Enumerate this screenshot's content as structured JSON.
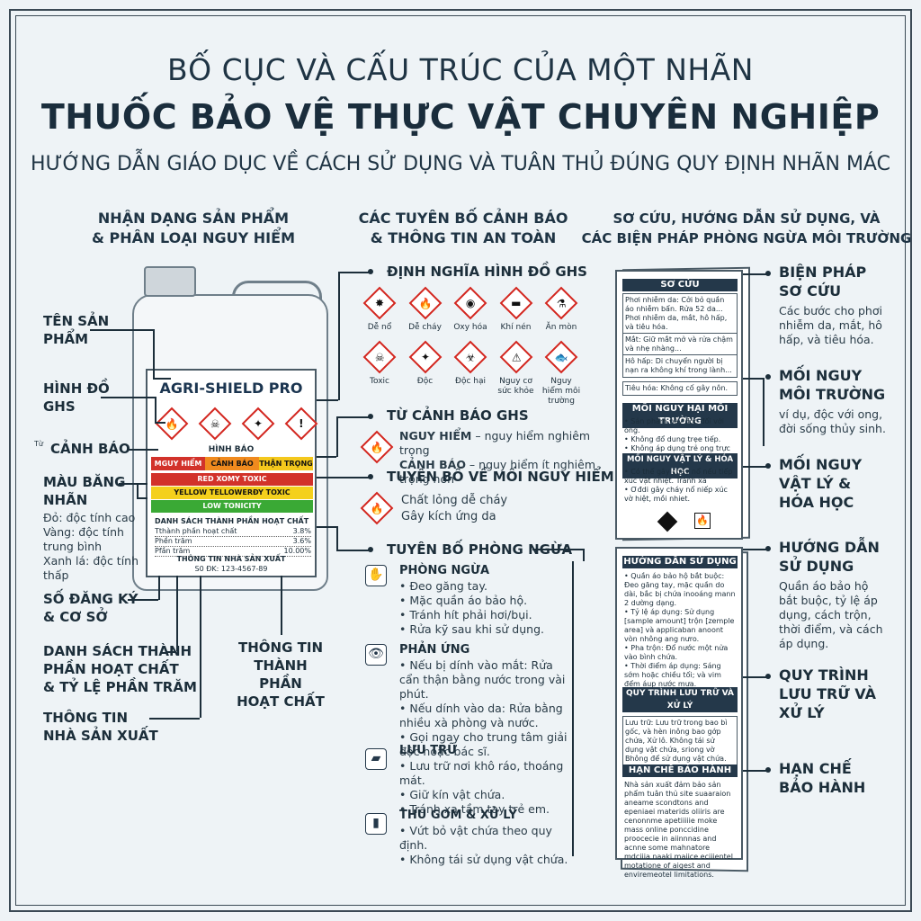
{
  "title": {
    "line1": "BỐ CỤC VÀ CẤU TRÚC CỦA MỘT NHÃN",
    "line2": "THUỐC BẢO VỆ THỰC VẬT CHUYÊN NGHIỆP",
    "line3": "HƯỚNG DẪN GIÁO DỤC VỀ CÁCH SỬ DỤNG VÀ TUÂN THỦ ĐÚNG QUY ĐỊNH NHÃN MÁC"
  },
  "columns": {
    "left": [
      "NHẬN DẠNG SẢN PHẨM",
      "& PHÂN LOẠI NGUY HIỂM"
    ],
    "middle": [
      "CÁC TUYÊN BỐ CẢNH BÁO",
      "& THÔNG TIN AN TOÀN"
    ],
    "right": [
      "SƠ CỨU, HƯỚNG DẪN SỬ DỤNG, VÀ",
      "CÁC BIỆN PHÁP PHÒNG NGỪA MÔI TRƯỜNG"
    ]
  },
  "left_labels": {
    "product_name": [
      "TÊN SẢN",
      "PHẨM"
    ],
    "ghs": [
      "HÌNH ĐỒ",
      "GHS"
    ],
    "warning_prefix": "Từ",
    "warning": "CẢNH BÁO",
    "band_color": [
      "MÀU BĂNG",
      "NHÃN"
    ],
    "band_desc": [
      "Đỏ: độc tính cao",
      "Vàng: độc tính",
      "trung bình",
      "Xanh lá: độc tính",
      "thấp"
    ],
    "reg": [
      "SỐ ĐĂNG KÝ",
      "& CƠ SỞ"
    ],
    "ingredients": [
      "DANH SÁCH THÀNH",
      "PHẦN HOẠT CHẤT",
      "& TỶ LỆ PHẦN TRĂM"
    ],
    "maker": [
      "THÔNG TIN",
      "NHÀ SẢN XUẤT"
    ],
    "active_info": [
      "THÔNG TIN",
      "THÀNH PHẦN",
      "HOẠT CHẤT"
    ]
  },
  "jug_label": {
    "product": "AGRI-SHIELD PRO",
    "pictograms": [
      "flame",
      "skull",
      "health",
      "exclamation"
    ],
    "warning_word": "HÌNH BÁO",
    "signal_words": [
      "MGUY HIỂM",
      "CẢNH BÁO",
      "THẬN TRỌNG"
    ],
    "band_red": "RED XOMY TOXIC",
    "band_yellow": "YELLOW TELLOWERĐY TOXIC",
    "band_green": "LOW TONICITY",
    "ing_title": "DANH SÁCH THÀNH PHẦN HOẠT CHẤT",
    "ing_rows": [
      {
        "name": "Tthành phần hoạt chất",
        "value": "3.8%"
      },
      {
        "name": "Phền trăm",
        "value": "3.6%"
      },
      {
        "name": "Pfần trăm",
        "value": "10.00%"
      }
    ],
    "maker_title": "THÔNG TIN NHÀ SẢN XUẤT",
    "reg_no": "S0 ĐK: 123-4567-89"
  },
  "ghs_def": {
    "title": "ĐỊNH NGHĨA HÌNH ĐỒ GHS",
    "row1": [
      {
        "icon": "explode",
        "label": "Dễ nổ"
      },
      {
        "icon": "flame",
        "label": "Dễ cháy"
      },
      {
        "icon": "oxidize",
        "label": "Oxy hóa"
      },
      {
        "icon": "gas",
        "label": "Khí nén"
      },
      {
        "icon": "corrode",
        "label": "Ăn mòn"
      }
    ],
    "row2": [
      {
        "icon": "skull",
        "label": "Toxic"
      },
      {
        "icon": "health",
        "label": "Độc"
      },
      {
        "icon": "hazard",
        "label": "Độc hại"
      },
      {
        "icon": "danger",
        "label": "Nguy cơ sức khỏe"
      },
      {
        "icon": "env",
        "label": "Nguy hiểm môi trường"
      }
    ]
  },
  "signal": {
    "title": "TỪ CẢNH BÁO GHS",
    "danger_word": "NGUY HIỂM",
    "danger_text": " – nguy hiểm nghiêm trọng",
    "warning_word": "CẢNH BÁO",
    "warning_text": " – nguy hiểm ít nghiêm trọng hơn"
  },
  "hazard": {
    "title": "TUYÊN BỐ VỀ MỐI NGUY HIỂM",
    "lines": [
      "Chất lỏng dễ cháy",
      "Gây kích ứng da"
    ]
  },
  "precaution": {
    "title": "TUYÊN BỐ PHÒNG NGỪA",
    "groups": [
      {
        "icon": "glove",
        "title": "PHÒNG NGỪA",
        "items": [
          "Đeo găng tay.",
          "Mặc quần áo bảo hộ.",
          "Tránh hít phải hơi/bụi.",
          "Rửa kỹ sau khi sử dụng."
        ]
      },
      {
        "icon": "eye",
        "title": "PHẢN ỨNG",
        "items": [
          "Nếu bị dính vào mắt: Rửa cẩn thận bằng nước trong vài phút.",
          "Nếu dính vào da: Rửa bằng nhiều xà phòng và nước.",
          "Gọi ngay cho trung tâm giải độc hoặc bác sĩ."
        ]
      },
      {
        "icon": "folder",
        "title": "LƯU TRỮ",
        "items": [
          "Lưu trữ nơi khô ráo, thoáng mát.",
          "Giữ kín vật chứa.",
          "Tránh xa tầm tay trẻ em."
        ]
      },
      {
        "icon": "bottle",
        "title": "THU GOM & XỬ LÝ",
        "items": [
          "Vứt bỏ vật chứa theo quy định.",
          "Không tái sử dụng vật chứa."
        ]
      }
    ]
  },
  "brochure": {
    "first_aid": {
      "head": "SƠ CỨU",
      "p1": "Phơi nhiễm da: Cởi bỏ quần áo nhiễm bẩn. Rửa 52 da... Phơi nhiễm da, mắt, hô hấp, và tiêu hóa.",
      "p2": "Mắt: Giữ mắt mở và rửa chậm và nhẹ nhàng...",
      "p3": "Hô hấp: Di chuyển người bị nạn ra không khí trong lành...",
      "p4": "Tiêu hóa: Không cố gây nôn."
    },
    "env": {
      "head": "MỐI NGUY HẠI MÔI TRƯỜNG",
      "items": [
        "Sản phẩm này độc đối với ong.",
        "Không đổ dung trẹe tiếp.",
        "Không áp dụng trẻ ong trực tiếp."
      ]
    },
    "phys": {
      "head": "MỐI NGUY VẬT LÝ & HÓA HỌC",
      "items": [
        "Có thể gây cháy nổ nếu tiếp xúc vật nhiệt. Tránh xa",
        "Ơđdi gây cháy nổ niếp xúc vờ hiệt, mồi nhiet."
      ]
    },
    "usage": {
      "head": "HƯỚNG DẪN SỬ DỤNG",
      "items": [
        "Quần áo bảo hộ bắt buộc: Đeo găng tay, mặc quần do dài, bắc bị chứa inooáng mann 2 dường dạng.",
        "Tỷ lệ áp dụng: Sử dụng [sample amount] trộn [zemple area] và applicaban anoont vòn nhông ang nưro.",
        "Pha trộn: Đổ nước một nửa vào bình chứa.",
        "Thời điểm áp dụng: Sáng sớm hoặc chiều tối; và vim đểm áup nước mưa."
      ]
    },
    "storage": {
      "head": "QUY TRÌNH LƯU TRỮ VÀ XỬ LÝ",
      "text": "Lưu trữ: Lưu trữ trong bao bì gốc, và hèn inông bao gớp chứa, Xử lô. Không tái sử dụng vật chứa, sriong vờ Bhông để sử dụng vật chứa."
    },
    "warranty": {
      "head": "HẠN CHẾ BẢO HÀNH",
      "text": "Nhà sản xuất đảm bảo sản phẩm tuân thủ site suaaraion aneame scondtons and epeniaei materids oliiris are cenonnme apetiiiiie moke mass online ponccidine proocecie in aiinnnas and acnne some mahnatore mdciiia naaki maiice eciiientel motatione of aigest and enviremeotel limitations."
    }
  },
  "right_labels": [
    {
      "title": [
        "BIỆN PHÁP",
        "SƠ CỨU"
      ],
      "desc": [
        "Các bước cho phơi",
        "nhiễm da, mắt, hô",
        "hấp, và tiêu hóa."
      ]
    },
    {
      "title": [
        "MỐI NGUY",
        "MÔI TRƯỜNG"
      ],
      "desc": [
        "ví dụ, độc với ong,",
        "đời sống thủy sinh."
      ]
    },
    {
      "title": [
        "MỐI NGUY",
        "VẬT LÝ &",
        "HÓA HỌC"
      ],
      "desc": []
    },
    {
      "title": [
        "HƯỚNG DẪN",
        "SỬ DỤNG"
      ],
      "desc": [
        "Quần áo bảo hộ",
        "bắt buộc, tỷ lệ áp",
        "dụng, cách trộn,",
        "thời điểm, và cách",
        "áp dụng."
      ]
    },
    {
      "title": [
        "QUY TRÌNH",
        "LƯU TRỮ VÀ",
        "XỬ LÝ"
      ],
      "desc": []
    },
    {
      "title": [
        "HẠN CHẾ",
        "BẢO HÀNH"
      ],
      "desc": []
    }
  ]
}
